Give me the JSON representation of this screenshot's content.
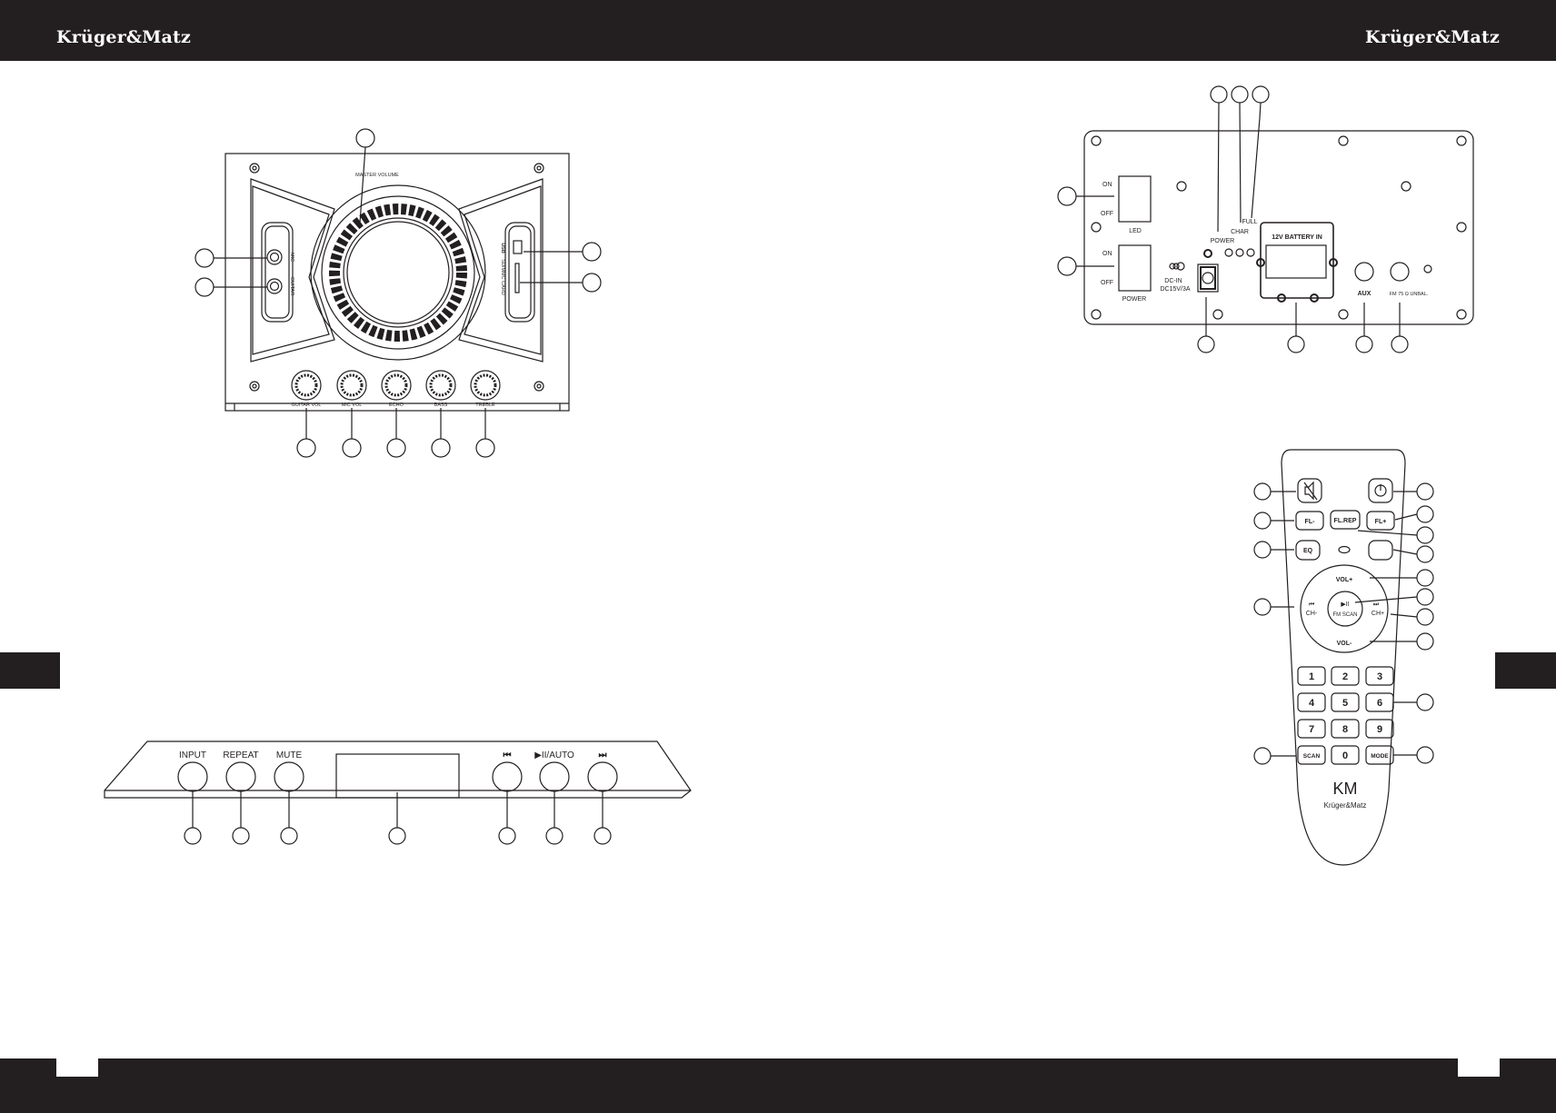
{
  "header": {
    "brand_left": "Krüger&Matz",
    "brand_right": "Krüger&Matz"
  },
  "speaker": {
    "master_volume_label": "MASTER VOLUME",
    "left_jacks": [
      "MIC",
      "GUITAR"
    ],
    "right_ports": [
      "USB",
      "SD/MMC CARD"
    ],
    "knobs": [
      "GUITAR VOL",
      "MIC VOL",
      "ECHO",
      "BASS",
      "TREBLE"
    ]
  },
  "back_panel": {
    "switch_on": "ON",
    "switch_off": "OFF",
    "led_label": "LED",
    "power_label": "POWER",
    "led_indicators": [
      "POWER",
      "CHAR",
      "FULL"
    ],
    "dc_in_label": "DC-IN",
    "dc_in_spec": "DC15V/3A",
    "battery_label": "12V BATTERY IN",
    "aux_label": "AUX",
    "fm_label": "FM 75 Ω UNBAL."
  },
  "front_panel": {
    "buttons": [
      "INPUT",
      "REPEAT",
      "MUTE",
      "⏮",
      "▶II/AUTO",
      "⏭"
    ]
  },
  "remote": {
    "fl_minus": "FL-",
    "fl_rep": "FL.REP",
    "fl_plus": "FL+",
    "eq": "EQ",
    "vol_plus": "VOL+",
    "vol_minus": "VOL-",
    "ch_minus": "CH-",
    "ch_plus": "CH+",
    "prev_icon": "⏮",
    "next_icon": "⏭",
    "play_icon": "▶II",
    "fm_scan": "FM SCAN",
    "digits": [
      "1",
      "2",
      "3",
      "4",
      "5",
      "6",
      "7",
      "8",
      "9"
    ],
    "scan": "SCAN",
    "zero": "0",
    "mode": "MODE",
    "logo_mark": "KM",
    "logo_brand": "Krüger&Matz"
  }
}
